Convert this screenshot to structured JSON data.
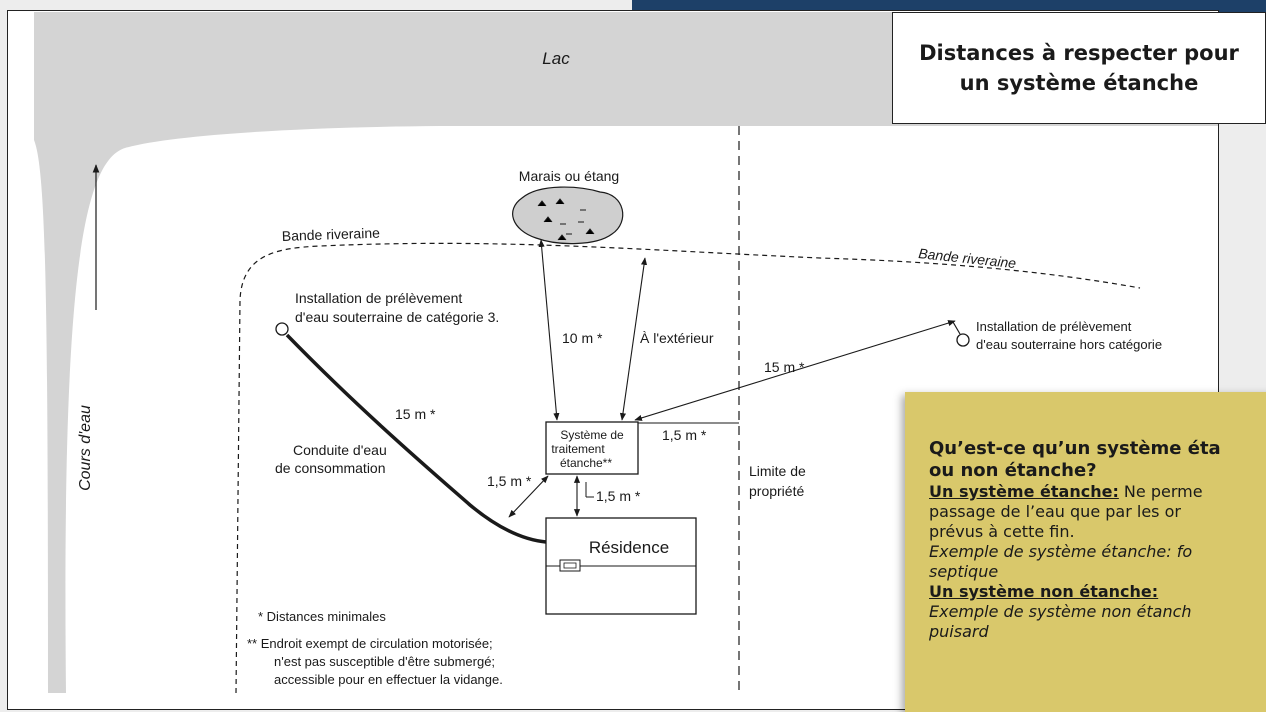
{
  "diagram": {
    "lake_label": "Lac",
    "stream_label": "Cours d'eau",
    "marsh_label": "Marais ou étang",
    "buffer_left": "Bande riveraine",
    "buffer_right": "Bande riveraine",
    "well3_line1": "Installation de prélèvement",
    "well3_line2": "d'eau souterraine de catégorie 3.",
    "well_hc_line1": "Installation de prélèvement",
    "well_hc_line2": "d'eau souterraine hors catégorie",
    "dist_marsh": "10 m *",
    "dist_outside": "À l'extérieur",
    "dist_well_hc": "15 m *",
    "dist_well3": "15 m *",
    "dist_property": "1,5 m *",
    "dist_pipe": "1,5 m *",
    "dist_residence": "1,5 m *",
    "pipe_line1": "Conduite d'eau",
    "pipe_line2": "de consommation",
    "system_line1": "Système de",
    "system_line2": "traitement",
    "system_line3": "étanche**",
    "property_line1": "Limite de",
    "property_line2": "propriété",
    "residence_label": "Résidence",
    "note_min": "* Distances minimales",
    "note_line1": "** Endroit exempt de circulation motorisée;",
    "note_line2": "n'est pas susceptible d'être submergé;",
    "note_line3": "accessible pour en effectuer la vidange."
  },
  "title": {
    "line1": "Distances à respecter pour",
    "line2": "un système étanche"
  },
  "sticky": {
    "question_line1": "Qu’est-ce qu’un système éta",
    "question_line2": "ou non étanche?",
    "sealed_heading": "Un système étanche:",
    "sealed_text1": " Ne perme",
    "sealed_text2": "passage de l’eau que par les or",
    "sealed_text3": "prévus à cette fin.",
    "sealed_example1": "Exemple de système étanche: fo",
    "sealed_example2": "septique",
    "unsealed_heading": "Un système non étanche:",
    "unsealed_example1": "Exemple de système non étanch",
    "unsealed_example2": "puisard"
  },
  "colors": {
    "water": "#d4d4d4",
    "topbar": "#1d4068",
    "sticky": "#d9c86b"
  }
}
